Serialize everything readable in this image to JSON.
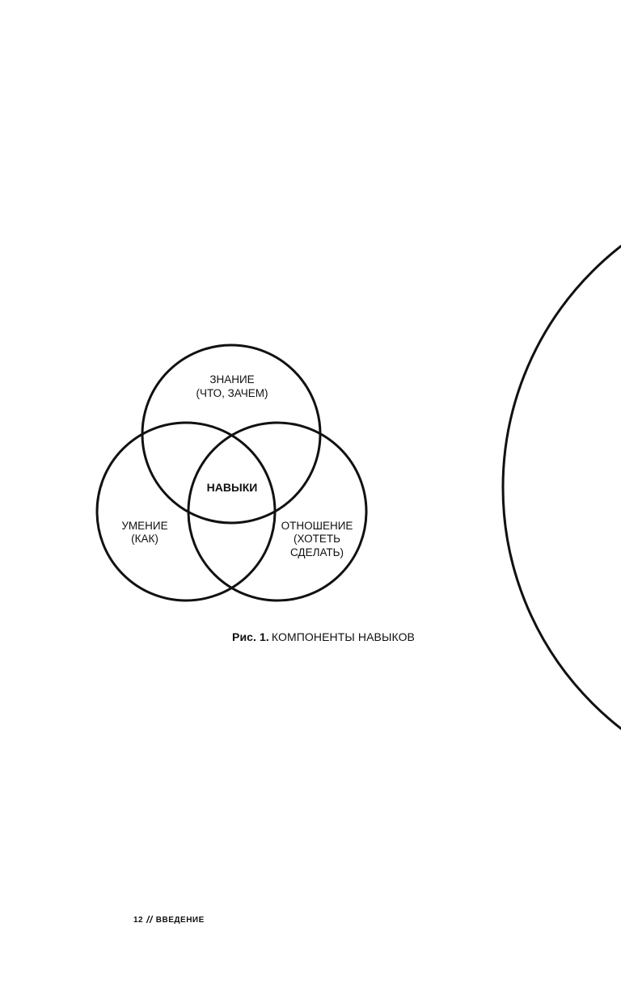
{
  "diagram": {
    "top_circle": {
      "line1": "ЗНАНИЕ",
      "line2": "(ЧТО, ЗАЧЕМ)"
    },
    "left_circle": {
      "line1": "УМЕНИЕ",
      "line2": "(КАК)"
    },
    "right_circle": {
      "line1": "ОТНОШЕНИЕ",
      "line2": "(ХОТЕТЬ",
      "line3": "СДЕЛАТЬ)"
    },
    "center": "НАВЫКИ"
  },
  "caption": {
    "figure": "Рис. 1.",
    "text": "КОМПОНЕНТЫ НАВЫКОВ"
  },
  "footer": {
    "page_number": "12",
    "separator": "//",
    "section": "ВВЕДЕНИЕ"
  }
}
